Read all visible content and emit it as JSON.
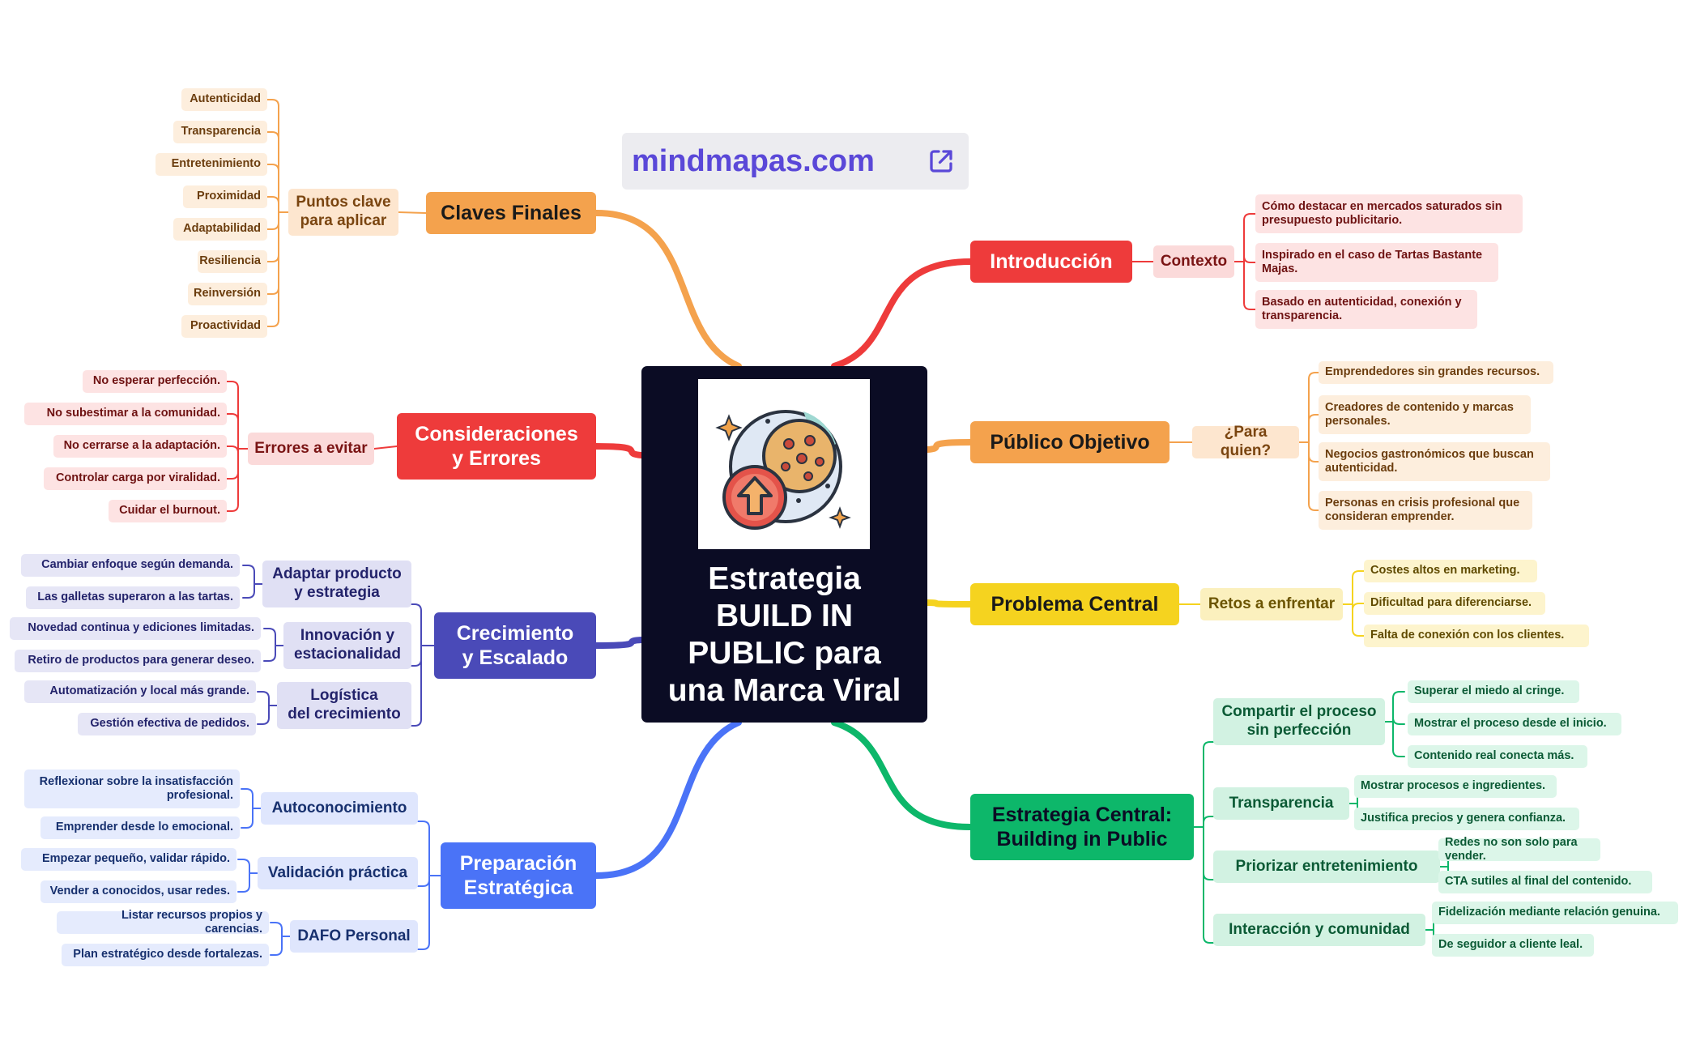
{
  "banner": {
    "text": "mindmapas.com",
    "icon": "external-link-icon"
  },
  "center": {
    "title": "Estrategia\nBUILD IN\nPUBLIC para\nuna Marca Viral",
    "image": "cookie-upload-icon"
  },
  "colors": {
    "claves": "#f4a24d",
    "introduccion": "#ee3b3b",
    "publico": "#f4a24d",
    "problema": "#f5d31f",
    "estrategia": "#0db76a",
    "consideraciones": "#ee3b3b",
    "crecimiento": "#4a4ab8",
    "preparacion": "#4a73f7"
  },
  "branches": {
    "claves": {
      "label": "Claves Finales",
      "sub": "Puntos clave\npara aplicar",
      "leaves": [
        "Autenticidad",
        "Transparencia",
        "Entretenimiento",
        "Proximidad",
        "Adaptabilidad",
        "Resiliencia",
        "Reinversión",
        "Proactividad"
      ]
    },
    "introduccion": {
      "label": "Introducción",
      "sub": "Contexto",
      "leaves": [
        "Cómo destacar en mercados saturados sin\npresupuesto publicitario.",
        "Inspirado en el caso de Tartas Bastante\nMajas.",
        "Basado en autenticidad, conexión y\ntransparencia."
      ]
    },
    "publico": {
      "label": "Público Objetivo",
      "sub": "¿Para quien?",
      "leaves": [
        "Emprendedores sin grandes recursos.",
        "Creadores de contenido y marcas\npersonales.",
        "Negocios gastronómicos que buscan\nautenticidad.",
        "Personas en crisis profesional que\nconsideran emprender."
      ]
    },
    "problema": {
      "label": "Problema Central",
      "sub": "Retos a enfrentar",
      "leaves": [
        "Costes altos en marketing.",
        "Dificultad para diferenciarse.",
        "Falta de conexión con los clientes."
      ]
    },
    "estrategia": {
      "label": "Estrategia Central:\nBuilding in Public",
      "subs": [
        {
          "label": "Compartir el proceso\nsin perfección",
          "leaves": [
            "Superar el miedo al cringe.",
            "Mostrar el proceso desde el inicio.",
            "Contenido real conecta más."
          ]
        },
        {
          "label": "Transparencia",
          "leaves": [
            "Mostrar procesos e ingredientes.",
            "Justifica precios y genera confianza."
          ]
        },
        {
          "label": "Priorizar entretenimiento",
          "leaves": [
            "Redes no son solo para vender.",
            "CTA sutiles al final del contenido."
          ]
        },
        {
          "label": "Interacción y comunidad",
          "leaves": [
            "Fidelización mediante relación genuina.",
            "De seguidor a cliente leal."
          ]
        }
      ]
    },
    "consideraciones": {
      "label": "Consideraciones\ny Errores",
      "sub": "Errores a evitar",
      "leaves": [
        "No esperar perfección.",
        "No subestimar a la comunidad.",
        "No cerrarse a la adaptación.",
        "Controlar carga por viralidad.",
        "Cuidar el burnout."
      ]
    },
    "crecimiento": {
      "label": "Crecimiento\ny Escalado",
      "subs": [
        {
          "label": "Adaptar producto\ny estrategia",
          "leaves": [
            "Cambiar enfoque según demanda.",
            "Las galletas superaron a las tartas."
          ]
        },
        {
          "label": "Innovación y\nestacionalidad",
          "leaves": [
            "Novedad continua y ediciones limitadas.",
            "Retiro de productos para generar deseo."
          ]
        },
        {
          "label": "Logística\ndel crecimiento",
          "leaves": [
            "Automatización y local más grande.",
            "Gestión efectiva de pedidos."
          ]
        }
      ]
    },
    "preparacion": {
      "label": "Preparación\nEstratégica",
      "subs": [
        {
          "label": "Autoconocimiento",
          "leaves": [
            "Reflexionar sobre la insatisfacción\nprofesional.",
            "Emprender desde lo emocional."
          ]
        },
        {
          "label": "Validación práctica",
          "leaves": [
            "Empezar pequeño, validar rápido.",
            "Vender a conocidos, usar redes."
          ]
        },
        {
          "label": "DAFO Personal",
          "leaves": [
            "Listar recursos propios y carencias.",
            "Plan estratégico desde fortalezas."
          ]
        }
      ]
    }
  }
}
